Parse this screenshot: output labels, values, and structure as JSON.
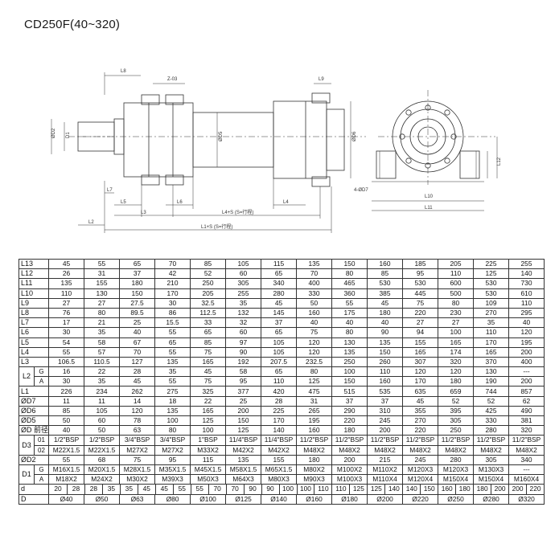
{
  "title": "CD250F(40~320)",
  "drawing": {
    "labels": {
      "l8": "L8",
      "z03": "Z-03",
      "l9": "L9",
      "d2": "ØD2",
      "d1": "D1",
      "d5": "ØD5",
      "d6": "ØD6",
      "l7": "L7",
      "l5": "L5",
      "l6": "L6",
      "l3": "L3",
      "l4s": "L4+S (S=行程)",
      "l4": "L4",
      "l2": "L2",
      "l1s": "L1+S (S=行程)",
      "d4": "4-ØD7",
      "l12": "L12",
      "l10": "L10",
      "l11": "L11"
    }
  },
  "table": {
    "simple_rows_top": [
      {
        "label": "L13",
        "values": [
          "45",
          "55",
          "65",
          "70",
          "85",
          "105",
          "115",
          "135",
          "150",
          "160",
          "185",
          "205",
          "225",
          "255"
        ]
      },
      {
        "label": "L12",
        "values": [
          "26",
          "31",
          "37",
          "42",
          "52",
          "60",
          "65",
          "70",
          "80",
          "85",
          "95",
          "110",
          "125",
          "140"
        ]
      },
      {
        "label": "L11",
        "values": [
          "135",
          "155",
          "180",
          "210",
          "250",
          "305",
          "340",
          "400",
          "465",
          "530",
          "530",
          "600",
          "530",
          "730"
        ]
      },
      {
        "label": "L10",
        "values": [
          "110",
          "130",
          "150",
          "170",
          "205",
          "255",
          "280",
          "330",
          "360",
          "385",
          "445",
          "500",
          "530",
          "610"
        ]
      },
      {
        "label": "L9",
        "values": [
          "27",
          "27",
          "27.5",
          "30",
          "32.5",
          "35",
          "45",
          "50",
          "55",
          "45",
          "75",
          "80",
          "109",
          "110"
        ]
      },
      {
        "label": "L8",
        "values": [
          "76",
          "80",
          "89.5",
          "86",
          "112.5",
          "132",
          "145",
          "160",
          "175",
          "180",
          "220",
          "230",
          "270",
          "295"
        ]
      },
      {
        "label": "L7",
        "values": [
          "17",
          "21",
          "25",
          "15.5",
          "33",
          "32",
          "37",
          "40",
          "40",
          "40",
          "27",
          "27",
          "35",
          "40"
        ]
      },
      {
        "label": "L6",
        "values": [
          "30",
          "35",
          "40",
          "55",
          "65",
          "60",
          "65",
          "75",
          "80",
          "90",
          "94",
          "100",
          "110",
          "120"
        ]
      },
      {
        "label": "L5",
        "values": [
          "54",
          "58",
          "67",
          "65",
          "85",
          "97",
          "105",
          "120",
          "130",
          "135",
          "155",
          "165",
          "170",
          "195"
        ]
      },
      {
        "label": "L4",
        "values": [
          "55",
          "57",
          "70",
          "55",
          "75",
          "90",
          "105",
          "120",
          "135",
          "150",
          "165",
          "174",
          "165",
          "200"
        ]
      },
      {
        "label": "L3",
        "values": [
          "106.5",
          "110.5",
          "127",
          "135",
          "165",
          "192",
          "207.5",
          "232.5",
          "250",
          "260",
          "307",
          "320",
          "370",
          "400"
        ]
      }
    ],
    "l2": {
      "label": "L2",
      "rows": [
        {
          "label": "G",
          "values": [
            "16",
            "22",
            "28",
            "35",
            "45",
            "58",
            "65",
            "80",
            "100",
            "110",
            "120",
            "120",
            "130",
            "---"
          ]
        },
        {
          "label": "A",
          "values": [
            "30",
            "35",
            "45",
            "55",
            "75",
            "95",
            "110",
            "125",
            "150",
            "160",
            "170",
            "180",
            "190",
            "200"
          ]
        }
      ]
    },
    "simple_rows_mid": [
      {
        "label": "L1",
        "values": [
          "226",
          "234",
          "262",
          "275",
          "325",
          "377",
          "420",
          "475",
          "515",
          "535",
          "635",
          "659",
          "744",
          "857"
        ]
      },
      {
        "label": "ØD7",
        "values": [
          "11",
          "11",
          "14",
          "18",
          "22",
          "25",
          "28",
          "31",
          "37",
          "37",
          "45",
          "52",
          "52",
          "62"
        ]
      },
      {
        "label": "ØD6",
        "values": [
          "85",
          "105",
          "120",
          "135",
          "165",
          "200",
          "225",
          "265",
          "290",
          "310",
          "355",
          "395",
          "425",
          "490"
        ]
      },
      {
        "label": "ØD5",
        "values": [
          "50",
          "60",
          "78",
          "100",
          "125",
          "150",
          "170",
          "195",
          "220",
          "245",
          "270",
          "305",
          "330",
          "381"
        ]
      },
      {
        "label": "ØD 前径",
        "values": [
          "40",
          "50",
          "63",
          "80",
          "100",
          "125",
          "140",
          "160",
          "180",
          "200",
          "220",
          "250",
          "280",
          "320"
        ]
      }
    ],
    "d3": {
      "label": "D3",
      "rows": [
        {
          "label": "01",
          "values": [
            "1/2\"BSP",
            "1/2\"BSP",
            "3/4\"BSP",
            "3/4\"BSP",
            "1\"BSP",
            "11/4\"BSP",
            "11/4\"BSP",
            "11/2\"BSP",
            "11/2\"BSP",
            "11/2\"BSP",
            "11/2\"BSP",
            "11/2\"BSP",
            "11/2\"BSP",
            "11/2\"BSP"
          ]
        },
        {
          "label": "02",
          "values": [
            "M22X1.5",
            "M22X1.5",
            "M27X2",
            "M27X2",
            "M33X2",
            "M42X2",
            "M42X2",
            "M48X2",
            "M48X2",
            "M48X2",
            "M48X2",
            "M48X2",
            "M48X2",
            "M48X2"
          ]
        }
      ]
    },
    "d2_row": {
      "label": "ØD2",
      "values": [
        "55",
        "68",
        "75",
        "95",
        "115",
        "135",
        "155",
        "180",
        "200",
        "215",
        "245",
        "280",
        "305",
        "340"
      ]
    },
    "d1": {
      "label": "D1",
      "rows": [
        {
          "label": "G",
          "values": [
            "M16X1.5",
            "M20X1.5",
            "M28X1.5",
            "M35X1.5",
            "M45X1.5",
            "M58X1.5",
            "M65X1.5",
            "M80X2",
            "M100X2",
            "M110X2",
            "M120X3",
            "M120X3",
            "M130X3",
            "---"
          ]
        },
        {
          "label": "A",
          "values": [
            "M18X2",
            "M24X2",
            "M30X2",
            "M39X3",
            "M50X3",
            "M64X3",
            "M80X3",
            "M90X3",
            "M100X3",
            "M110X4",
            "M120X4",
            "M150X4",
            "M150X4",
            "M160X4"
          ]
        }
      ]
    },
    "d_row": {
      "label": "d",
      "values": [
        "20",
        "28",
        "28",
        "35",
        "35",
        "45",
        "45",
        "55",
        "55",
        "70",
        "70",
        "90",
        "90",
        "100",
        "100",
        "110",
        "110",
        "125",
        "125",
        "140",
        "140",
        "150",
        "160",
        "180",
        "180",
        "200",
        "200",
        "220"
      ]
    },
    "D_row": {
      "label": "D",
      "values": [
        "Ø40",
        "Ø50",
        "Ø63",
        "Ø80",
        "Ø100",
        "Ø125",
        "Ø140",
        "Ø160",
        "Ø180",
        "Ø200",
        "Ø220",
        "Ø250",
        "Ø280",
        "Ø320"
      ]
    }
  }
}
